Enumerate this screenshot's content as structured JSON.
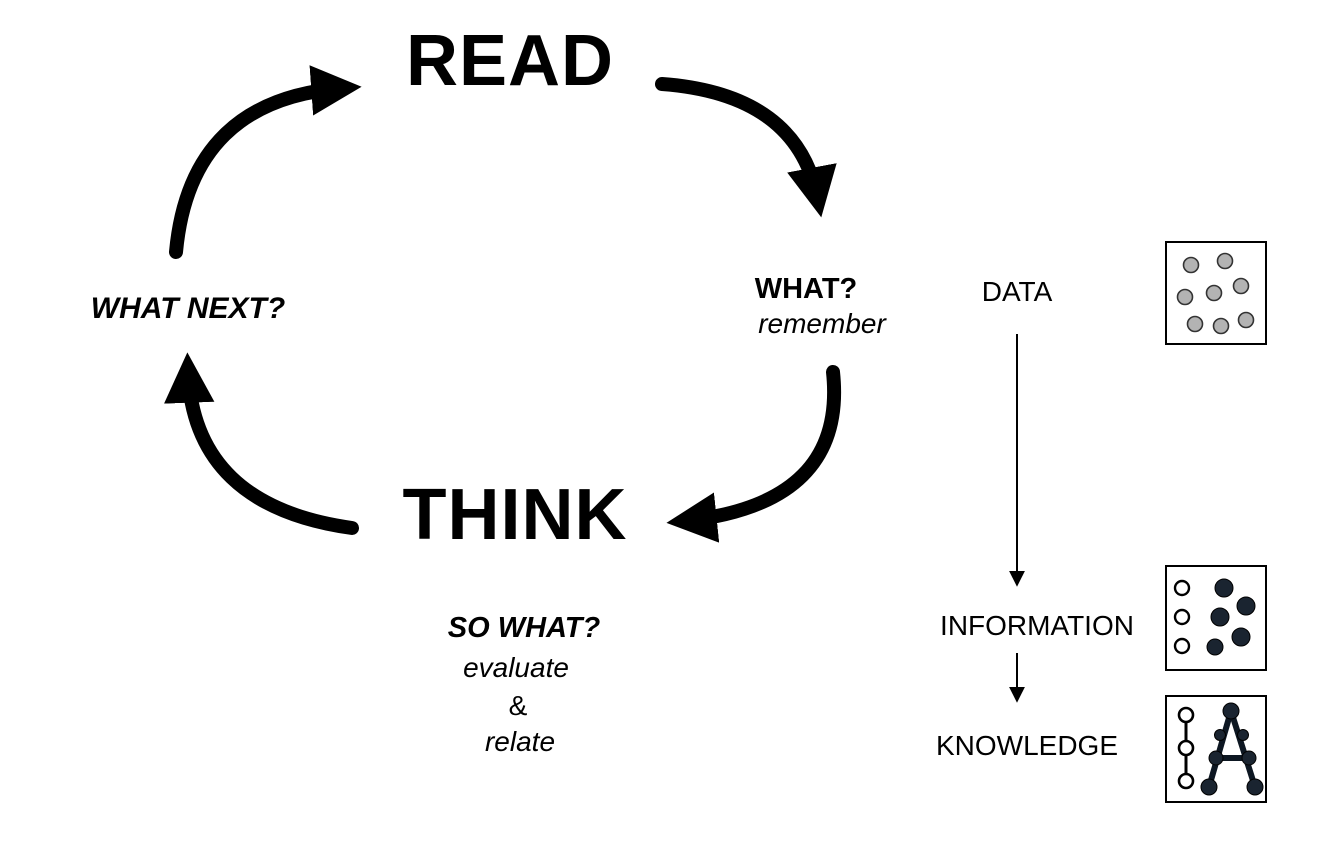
{
  "diagram_title": "read-think-cycle",
  "cycle": {
    "read": "READ",
    "think": "THINK",
    "what": "WHAT?",
    "remember": "remember",
    "so_what": "SO WHAT?",
    "evaluate": "evaluate",
    "ampersand": "&",
    "relate": "relate",
    "what_next": "WHAT NEXT?"
  },
  "pipeline": {
    "data": "DATA",
    "information": "INFORMATION",
    "knowledge": "KNOWLEDGE"
  },
  "icons": {
    "data": "scattered-gray-dots-icon",
    "information": "clustered-dots-icon",
    "knowledge": "connected-graph-a-icon"
  },
  "colors": {
    "ink": "#000000",
    "background": "#ffffff",
    "dot_gray": "#b3b3b3",
    "dot_dark": "#1a2430"
  }
}
